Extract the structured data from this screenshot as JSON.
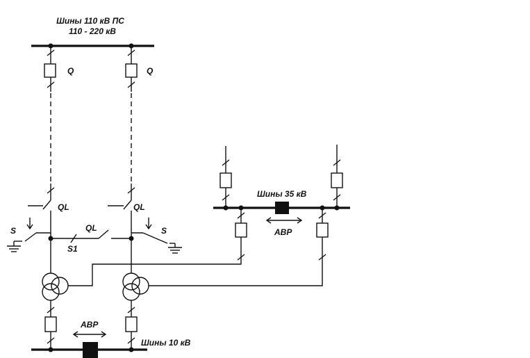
{
  "labels": {
    "bus110_line1": "Шины 110 кВ ПС",
    "bus110_line2": "110 - 220 кВ",
    "q_left": "Q",
    "q_right": "Q",
    "ql_left": "QL",
    "ql_right": "QL",
    "ql_mid": "QL",
    "s_left": "S",
    "s_right": "S",
    "s1": "S1",
    "bus35": "Шины 35 кВ",
    "avr35": "АВР",
    "avr10": "АВР",
    "bus10": "Шины 10 кВ"
  }
}
